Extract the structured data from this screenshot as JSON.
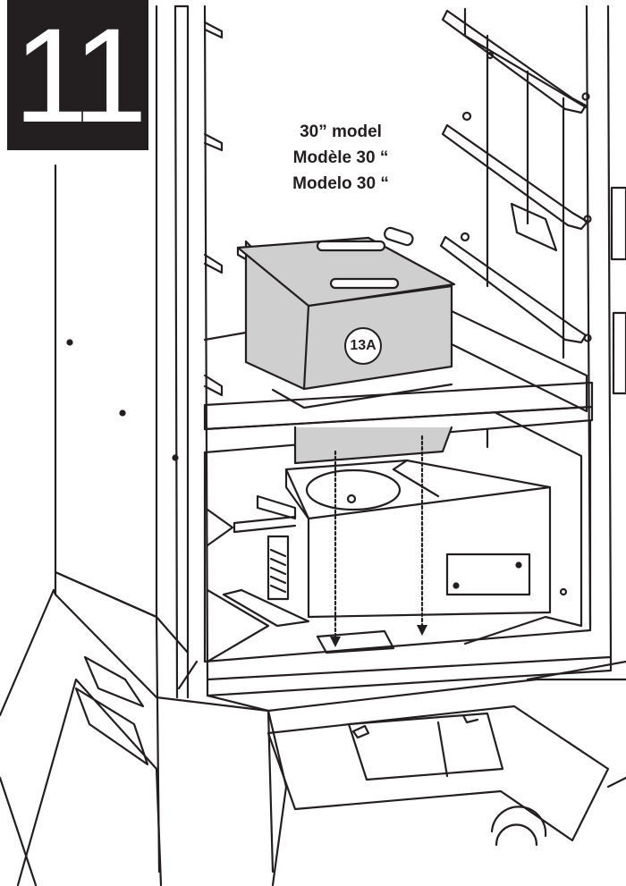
{
  "step": {
    "number": "11"
  },
  "caption": {
    "line_en": "30” model",
    "line_fr": "Modèle 30 “",
    "line_es": "Modelo 30 “"
  },
  "callout": {
    "part_label": "13A"
  },
  "colors": {
    "ink": "#231f20",
    "part_fill": "#cfcfcf",
    "background": "#ffffff"
  }
}
